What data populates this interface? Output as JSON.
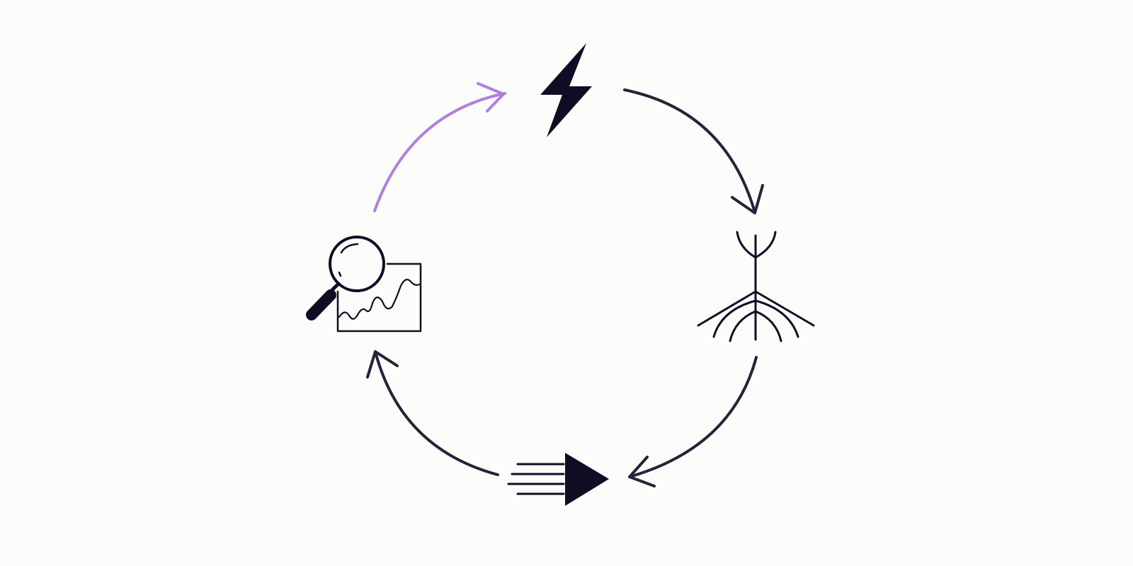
{
  "diagram": {
    "type": "cycle",
    "colors": {
      "background": "#fcfcfa",
      "ink": "#0f0d24",
      "arrow": "#262238",
      "accent_arrow": "#b07fdc"
    },
    "nodes": [
      {
        "id": "lightning",
        "icon": "lightning-bolt-icon"
      },
      {
        "id": "branching",
        "icon": "branching-tree-icon"
      },
      {
        "id": "forward",
        "icon": "fast-forward-play-icon"
      },
      {
        "id": "analysis",
        "icon": "magnifier-chart-icon"
      }
    ],
    "edges": [
      {
        "from": "analysis",
        "to": "lightning",
        "highlighted": true
      },
      {
        "from": "lightning",
        "to": "branching",
        "highlighted": false
      },
      {
        "from": "branching",
        "to": "forward",
        "highlighted": false
      },
      {
        "from": "forward",
        "to": "analysis",
        "highlighted": false
      }
    ]
  }
}
